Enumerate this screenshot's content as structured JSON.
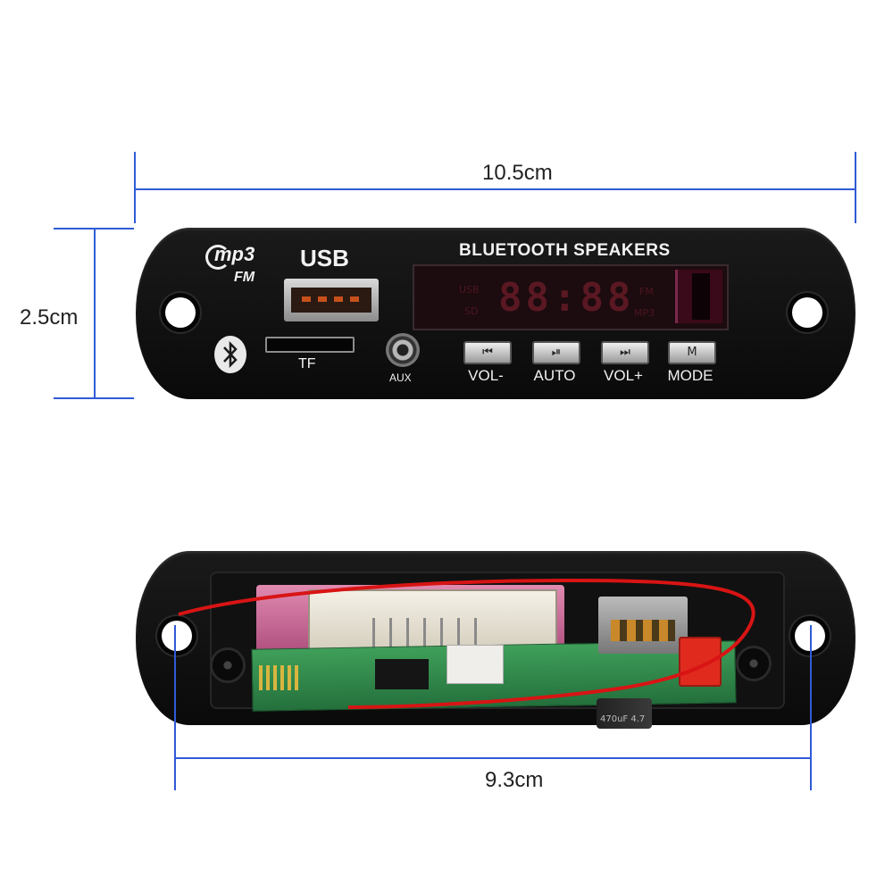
{
  "dimensions": {
    "width": "10.5cm",
    "height": "2.5cm",
    "rear_width": "9.3cm"
  },
  "front_panel": {
    "logo_mp3": "mp3",
    "logo_fm": "FM",
    "usb_label": "USB",
    "title": "BLUETOOTH SPEAKERS",
    "tf_label": "TF",
    "aux_label": "AUX",
    "display": {
      "digits": "88:88",
      "usb": "USB",
      "sd": "SD",
      "fm": "FM",
      "mp3": "MP3"
    },
    "buttons": [
      {
        "label": "VOL-",
        "icon": "prev-track-icon",
        "glyph": "⏮"
      },
      {
        "label": "AUTO",
        "icon": "play-pause-icon",
        "glyph": "⏯"
      },
      {
        "label": "VOL+",
        "icon": "next-track-icon",
        "glyph": "⏭"
      },
      {
        "label": "MODE",
        "icon": "mode-icon",
        "glyph": "M"
      }
    ]
  },
  "rear_panel": {
    "capacitor_label": "470uF 4.7"
  },
  "colors": {
    "dimension_line": "#2f5bd6",
    "panel": "#0f0f0f",
    "pcb": "#2f8a4a",
    "wire": "#d81414"
  }
}
